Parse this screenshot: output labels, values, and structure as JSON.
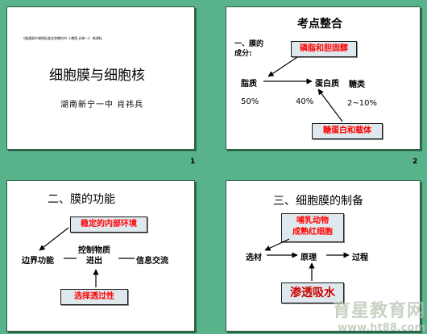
{
  "slide1": {
    "small_text": "《普通高中课程标准实验教科书 人教版 必修一》 新课标",
    "title": "细胞膜与细胞核",
    "subtitle": "湖南新宁一中 肖祎兵",
    "page_number": "1"
  },
  "slide2": {
    "title": "考点整合",
    "section_label": "一、膜的\n成分:",
    "box_text": "磷脂和胆固醇",
    "chain": [
      "脂质",
      "蛋白质",
      "糖类"
    ],
    "percents": [
      "50%",
      "40%",
      "2~10%"
    ],
    "bottom_box": "糖蛋白和载体",
    "page_number": "2"
  },
  "slide3": {
    "title": "二、膜的功能",
    "top_box": "稳定的内部环境",
    "left": "边界功能",
    "center": "控制物质\n进出",
    "right": "信息交流",
    "bottom_box": "选择透过性"
  },
  "slide4": {
    "title": "三、细胞膜的制备",
    "top_box": "哺乳动物\n成熟红细胞",
    "chain": [
      "选材",
      "原理",
      "过程"
    ],
    "bottom_box": "渗透吸水"
  },
  "watermark": {
    "line1": "育星教育网",
    "line2": "www.ht88.com"
  }
}
